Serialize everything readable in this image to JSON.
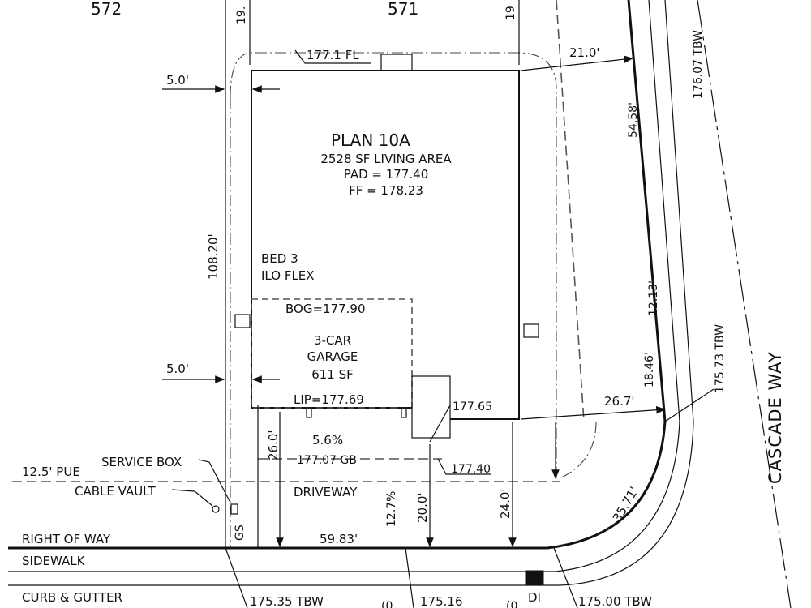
{
  "lots": {
    "left": "572",
    "center": "571"
  },
  "house": {
    "title": "PLAN 10A",
    "area": "2528 SF LIVING AREA",
    "pad": "PAD = 177.40",
    "ff": "FF = 178.23",
    "bed": "BED 3",
    "flex": "ILO FLEX",
    "bog": "BOG=177.90",
    "garage1": "3-CAR",
    "garage2": "GARAGE",
    "garage_sf": "611 SF",
    "lip": "LIP=177.69"
  },
  "dimensions": {
    "top_left": "19.",
    "top_right": "19",
    "fl": "177.1 FL",
    "setback_top": "5.0'",
    "setback_bottom": "5.0'",
    "side": "108.20'",
    "front_right": "21.0'",
    "curve1": "54.58'",
    "curve2": "12.13'",
    "curve3": "18.46'",
    "rear_right": "26.7'",
    "driveway_depth": "26.0'",
    "slope": "5.6%",
    "gb": "177.07 GB",
    "elev1": "177.65",
    "elev2": "177.40",
    "slope2": "12.7%",
    "d20": "20.0'",
    "d24": "24.0'",
    "frontage": "59.83'",
    "arc": "35.71'",
    "tbw_top": "176.07 TBW",
    "tbw_mid": "175.73 TBW",
    "tbw_a": "175.35 TBW",
    "tbw_b": "175.16",
    "tbw_c": "175.00 TBW",
    "cut1": "(0",
    "cut2": "(0"
  },
  "labels": {
    "pue": "12.5' PUE",
    "service_box": "SERVICE BOX",
    "cable_vault": "CABLE VAULT",
    "gs": "GS",
    "driveway": "DRIVEWAY",
    "row": "RIGHT OF WAY",
    "sidewalk": "SIDEWALK",
    "curb": "CURB & GUTTER",
    "di": "DI",
    "street": "CASCADE WAY"
  }
}
